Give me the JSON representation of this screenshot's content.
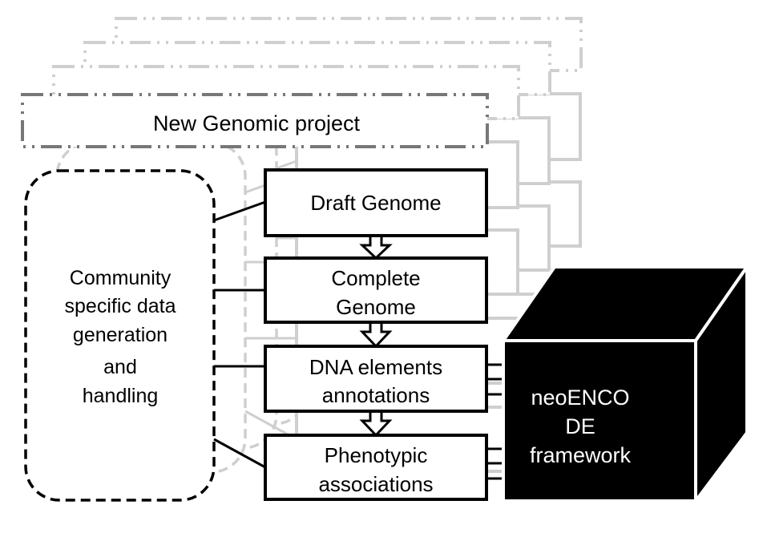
{
  "project": {
    "label": "New Genomic project"
  },
  "community": {
    "lines": [
      "Community",
      "specific data",
      "generation",
      "and",
      "handling"
    ]
  },
  "pipeline": [
    {
      "lines": [
        "Draft Genome"
      ]
    },
    {
      "lines": [
        "Complete",
        "Genome"
      ]
    },
    {
      "lines": [
        "DNA elements",
        "annotations"
      ]
    },
    {
      "lines": [
        "Phenotypic",
        "associations"
      ]
    }
  ],
  "framework": {
    "lines": [
      "neoENCO",
      "DE",
      "framework"
    ]
  },
  "colors": {
    "main": "#000000",
    "faded": "#cfcfcf",
    "project_border": "#777777",
    "cube": "#000000"
  }
}
